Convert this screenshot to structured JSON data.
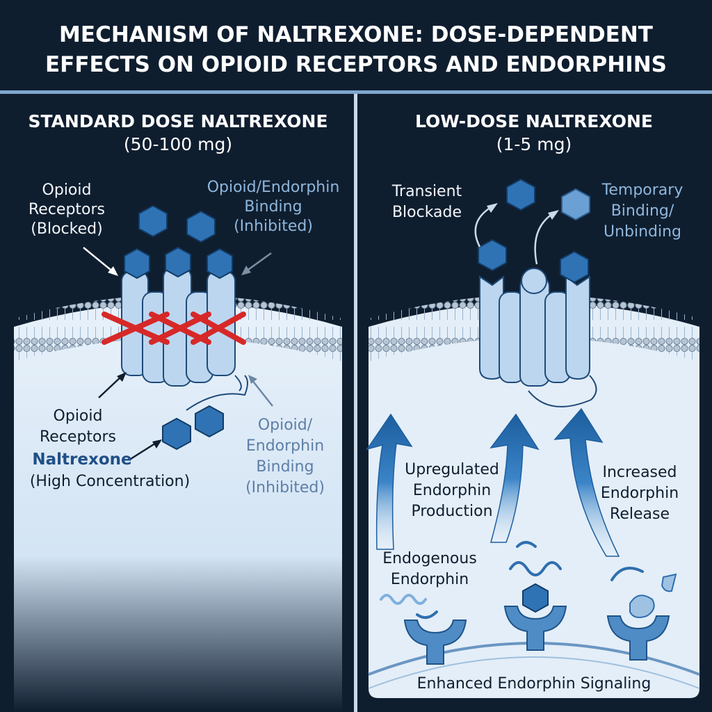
{
  "title": {
    "line1": "MECHANISM OF NALTREXONE: DOSE-DEPENDENT",
    "line2": "EFFECTS ON OPIOID RECEPTORS AND ENDORPHINS"
  },
  "left": {
    "heading": "STANDARD DOSE NALTREXONE",
    "dose": "(50-100 mg)",
    "label_receptors_blocked": [
      "Opioid",
      "Receptors",
      "(Blocked)"
    ],
    "label_binding_inhibited_top": [
      "Opioid/Endorphin",
      "Binding",
      "(Inhibited)"
    ],
    "label_receptors_bottom": [
      "Opioid",
      "Receptors"
    ],
    "label_naltrexone": "Naltrexone",
    "label_high_concentration": "(High Concentration)",
    "label_binding_inhibited_bottom": [
      "Opioid/",
      "Endorphin",
      "Binding",
      "(Inhibited)"
    ]
  },
  "right": {
    "heading": "LOW-DOSE NALTREXONE",
    "dose": "(1-5 mg)",
    "label_transient": [
      "Transient",
      "Blockade"
    ],
    "label_temporary": [
      "Temporary",
      "Binding/",
      "Unbinding"
    ],
    "label_upregulated": [
      "Upregulated",
      "Endorphin",
      "Production"
    ],
    "label_increased": [
      "Increased",
      "Endorphin",
      "Release"
    ],
    "label_endogenous": [
      "Endogenous",
      "Endorphin"
    ],
    "label_enhanced": "Enhanced Endorphin Signaling"
  },
  "colors": {
    "background": "#0f1e2f",
    "divider": "#7fa7cf",
    "receptor": "#bcd6ef",
    "hexagon": "#2f73b5",
    "block_x": "#d72828"
  }
}
